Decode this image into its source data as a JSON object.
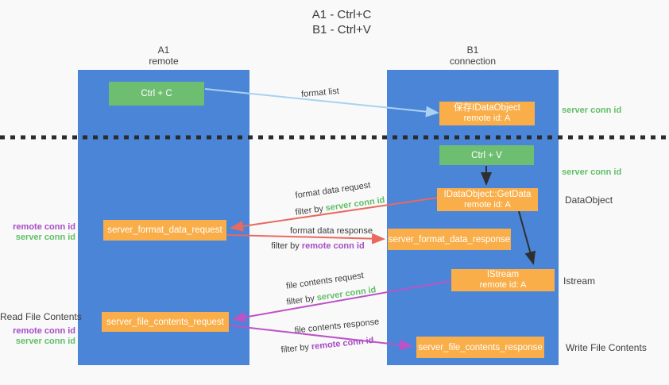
{
  "title": {
    "line1": "A1 - Ctrl+C",
    "line2": "B1 - Ctrl+V"
  },
  "lanes": {
    "a": {
      "name": "A1",
      "subtitle": "remote"
    },
    "b": {
      "name": "B1",
      "subtitle": "connection"
    }
  },
  "boxes": {
    "ctrl_c": {
      "label": "Ctrl + C"
    },
    "save_idataobject": {
      "title": "保存IDataObject",
      "subtitle": "remote id: A"
    },
    "ctrl_v": {
      "label": "Ctrl + V"
    },
    "getdata": {
      "title": "IDataObject::GetData",
      "subtitle": "remote id: A"
    },
    "server_format_data_request": {
      "label": "server_format_data_request"
    },
    "server_format_data_response": {
      "label": "server_format_data_response"
    },
    "istream": {
      "title": "IStream",
      "subtitle": "remote id: A"
    },
    "server_file_contents_request": {
      "label": "server_file_contents_request"
    },
    "server_file_contents_response": {
      "label": "server_file_contents_response"
    }
  },
  "flow_labels": {
    "format_list": "format list",
    "format_data_request": "format data request",
    "filter_by_server_1": {
      "prefix": "filter by ",
      "term": "server conn id"
    },
    "format_data_response": "format data response",
    "filter_by_remote_1": {
      "prefix": "filter by ",
      "term": "remote conn id"
    },
    "file_contents_request": "file contents request",
    "filter_by_server_2": {
      "prefix": "filter by ",
      "term": "server conn id"
    },
    "file_contents_response": "file contents response",
    "filter_by_remote_2": {
      "prefix": "filter by ",
      "term": "remote conn id"
    }
  },
  "side_labels": {
    "right_server_conn_top": "server conn id",
    "right_server_conn_mid": "server conn id",
    "right_dataobject": "DataObject",
    "right_istream": "Istream",
    "right_write_file": "Write File Contents",
    "left_remote_conn_1": "remote conn id",
    "left_server_conn_1": "server conn id",
    "left_read_file": "Read File Contents",
    "left_remote_conn_2": "remote conn id",
    "left_server_conn_2": "server conn id"
  },
  "colors": {
    "lane_blue": "#4A85D8",
    "box_green": "#6EBE71",
    "box_orange": "#F9AE49",
    "arrow_light_blue": "#A8D2F0",
    "arrow_red": "#E9695F",
    "arrow_magenta": "#BC53C6",
    "arrow_black": "#2F2F2F",
    "label_green": "#5FBF66",
    "label_purple": "#A64CC4",
    "text_dark": "#3D3D3D",
    "background": "#F9F9F9"
  }
}
